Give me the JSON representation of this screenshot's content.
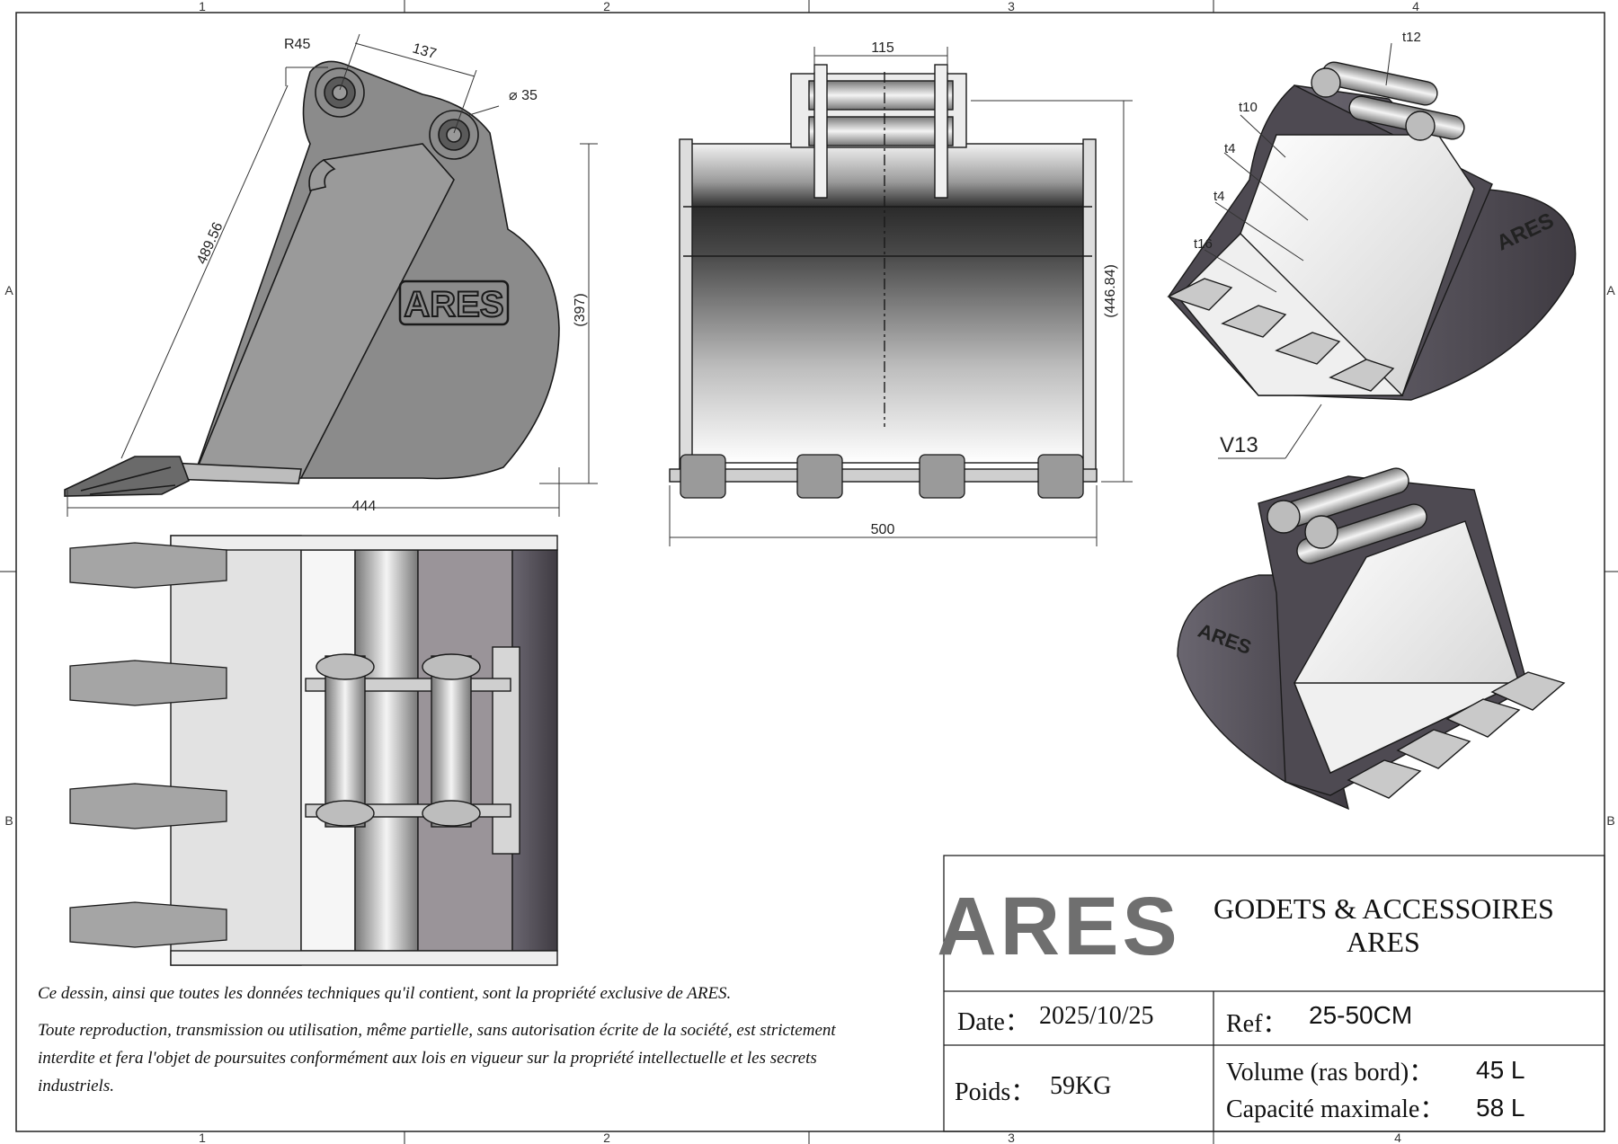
{
  "grid": {
    "cols": [
      "1",
      "2",
      "3",
      "4"
    ],
    "rows": [
      "A",
      "B"
    ]
  },
  "dims": {
    "radius": "R45",
    "pin_spacing": "137",
    "pin_diameter": "35",
    "diagonal": "489.56",
    "side_height": "(397)",
    "side_length": "444",
    "pin_width": "115",
    "front_height": "(446.84)",
    "front_width": "500"
  },
  "thickness_labels": [
    "t12",
    "t10",
    "t4",
    "t4",
    "t16"
  ],
  "tooth_label": "V13",
  "logo_text": "ARES",
  "notice": {
    "line1": "Ce dessin, ainsi que toutes les données techniques qu'il contient, sont la propriété exclusive de ARES.",
    "line2": "Toute reproduction, transmission ou utilisation, même partielle, sans autorisation écrite de la société, est strictement interdite et fera l'objet de poursuites conformément aux lois en vigueur sur la propriété intellectuelle et les secrets industriels."
  },
  "title_block": {
    "company_line1": "GODETS & ACCESSOIRES",
    "company_line2": "ARES",
    "date_label": "Date：",
    "date_value": "2025/10/25",
    "ref_label": "Ref：",
    "ref_value": "25-50CM",
    "weight_label": "Poids：",
    "weight_value": "59KG",
    "volume_label": "Volume (ras bord)：",
    "volume_value": "45 L",
    "capacity_label": "Capacité maximale：",
    "capacity_value": "58 L"
  },
  "colors": {
    "line": "#1a1a1a",
    "body_fill": "#8a8a8a",
    "dark_fill": "#5e5a60",
    "light_fill": "#e6e6e6",
    "logo_gray": "#6f6f6f"
  }
}
